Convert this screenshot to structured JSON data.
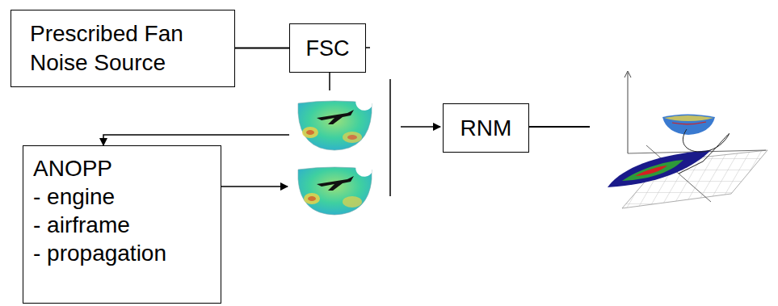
{
  "diagram": {
    "nodes": [
      {
        "text": [
          "Prescribed Fan Noise Source"
        ]
      },
      {
        "text": [
          "FSC"
        ]
      },
      {
        "text": [
          "ANOPP",
          "- engine",
          "- airframe",
          "- propagation"
        ]
      },
      {
        "text": [
          "RNM"
        ]
      }
    ],
    "edges": [
      {
        "from": 0,
        "to": 1,
        "arrow": "none"
      }
    ]
  }
}
